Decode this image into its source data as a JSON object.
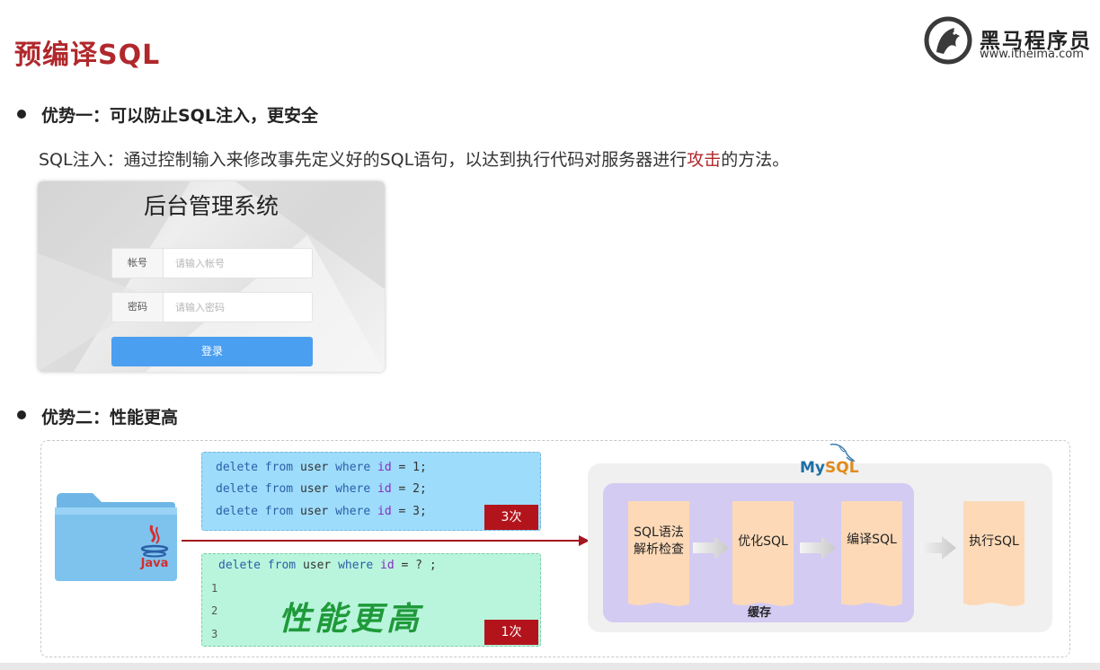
{
  "slide": {
    "title": "预编译SQL"
  },
  "logo": {
    "name": "黑马程序员",
    "url": "www.itheima.com"
  },
  "advantage1": {
    "heading": "优势一：可以防止SQL注入，更安全",
    "description_prefix": "SQL注入：通过控制输入来修改事先定义好的SQL语句，以达到执行代码对服务器进行",
    "description_highlight": "攻击",
    "description_suffix": "的方法。"
  },
  "login": {
    "title": "后台管理系统",
    "account_label": "帐号",
    "account_placeholder": "请输入帐号",
    "password_label": "密码",
    "password_placeholder": "请输入密码",
    "submit_label": "登录"
  },
  "advantage2": {
    "heading": "优势二：性能更高"
  },
  "diagram": {
    "java_label": "Java",
    "statements": [
      {
        "kw1": "delete",
        "kw2": "from",
        "t1": "user",
        "kw3": "where",
        "t2": "id",
        "rest": "= 1;"
      },
      {
        "kw1": "delete",
        "kw2": "from",
        "t1": "user",
        "kw3": "where",
        "t2": "id",
        "rest": "= 2;"
      },
      {
        "kw1": "delete",
        "kw2": "from",
        "t1": "user",
        "kw3": "where",
        "t2": "id",
        "rest": "= 3;"
      }
    ],
    "badge_three": "3次",
    "prepared": {
      "kw1": "delete",
      "kw2": "from",
      "t1": "user",
      "kw3": "where",
      "t2": "id",
      "rest": "= ? ;"
    },
    "line_numbers": [
      "1",
      "2",
      "3"
    ],
    "performance_text": "性能更高",
    "badge_one": "1次",
    "mysql_my": "My",
    "mysql_sql": "SQL",
    "stages": [
      "SQL语法\n解析检查",
      "优化SQL",
      "编译SQL",
      "执行SQL"
    ],
    "cache_label": "缓存"
  },
  "colors": {
    "title_red": "#b0282c",
    "badge_red": "#b3141c",
    "code_blue_bg": "#9ddcfb",
    "code_green_bg": "#b9f5dd",
    "cache_purple": "#d3cbf2",
    "stage_orange": "#fdd9b7",
    "login_button": "#4b9ff0"
  }
}
